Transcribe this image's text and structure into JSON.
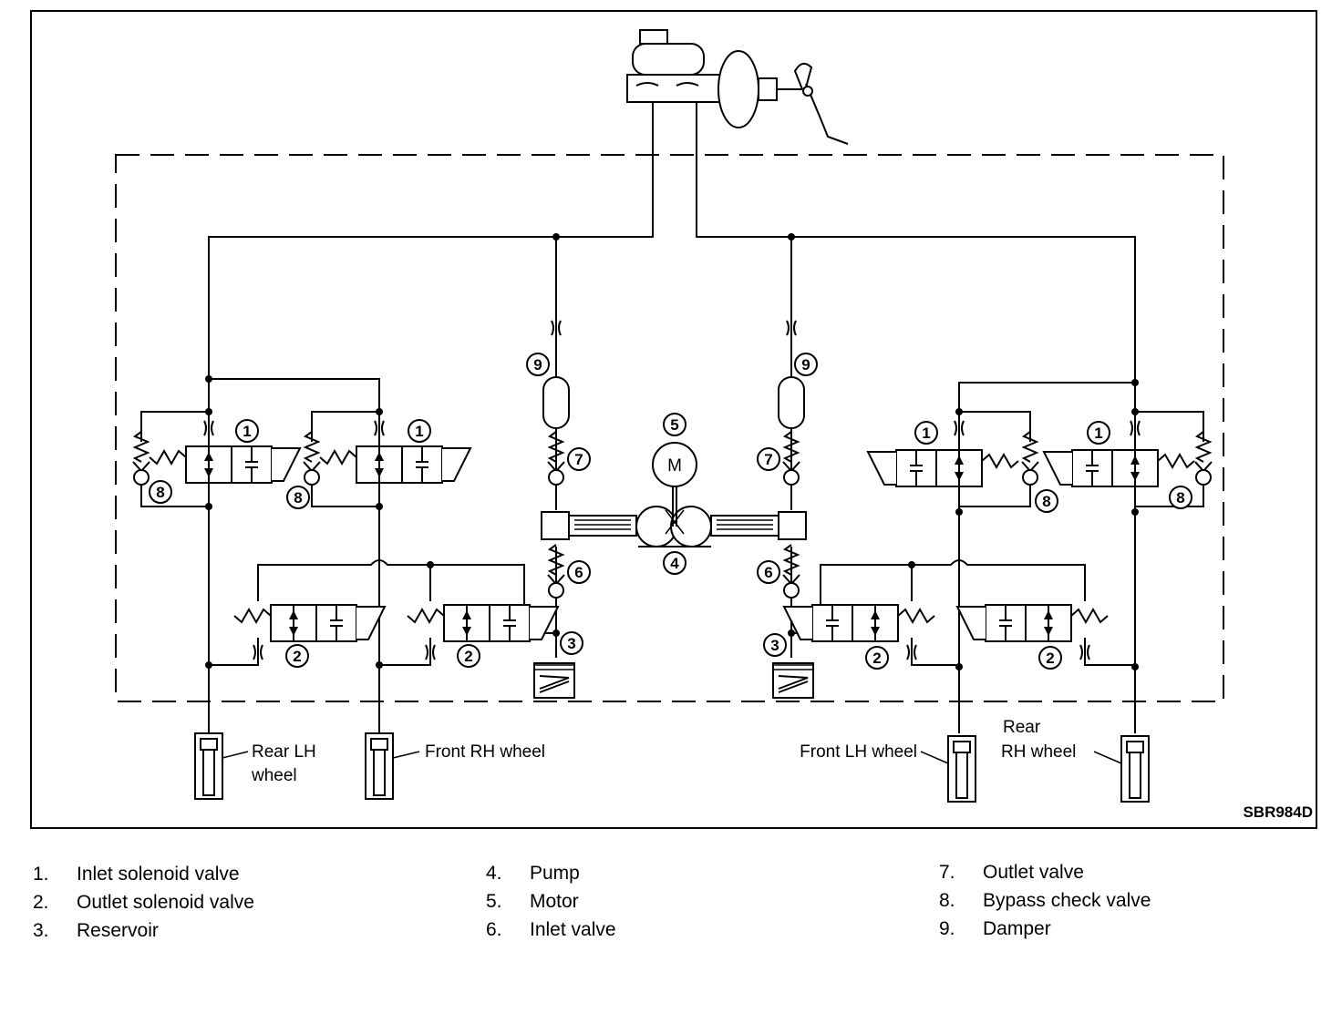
{
  "diagram": {
    "code": "SBR984D",
    "wheels": {
      "rear_lh": [
        "Rear LH",
        "wheel"
      ],
      "front_rh": "Front RH wheel",
      "front_lh": "Front LH wheel",
      "rear_rh": [
        "Rear",
        "RH wheel"
      ]
    },
    "markers": [
      "1",
      "2",
      "3",
      "4",
      "5",
      "6",
      "7",
      "8",
      "9"
    ],
    "motor_symbol": "M"
  },
  "legend": [
    {
      "n": "1.",
      "label": "Inlet solenoid valve"
    },
    {
      "n": "2.",
      "label": "Outlet solenoid valve"
    },
    {
      "n": "3.",
      "label": "Reservoir"
    },
    {
      "n": "4.",
      "label": "Pump"
    },
    {
      "n": "5.",
      "label": "Motor"
    },
    {
      "n": "6.",
      "label": "Inlet valve"
    },
    {
      "n": "7.",
      "label": "Outlet valve"
    },
    {
      "n": "8.",
      "label": "Bypass check valve"
    },
    {
      "n": "9.",
      "label": "Damper"
    }
  ]
}
